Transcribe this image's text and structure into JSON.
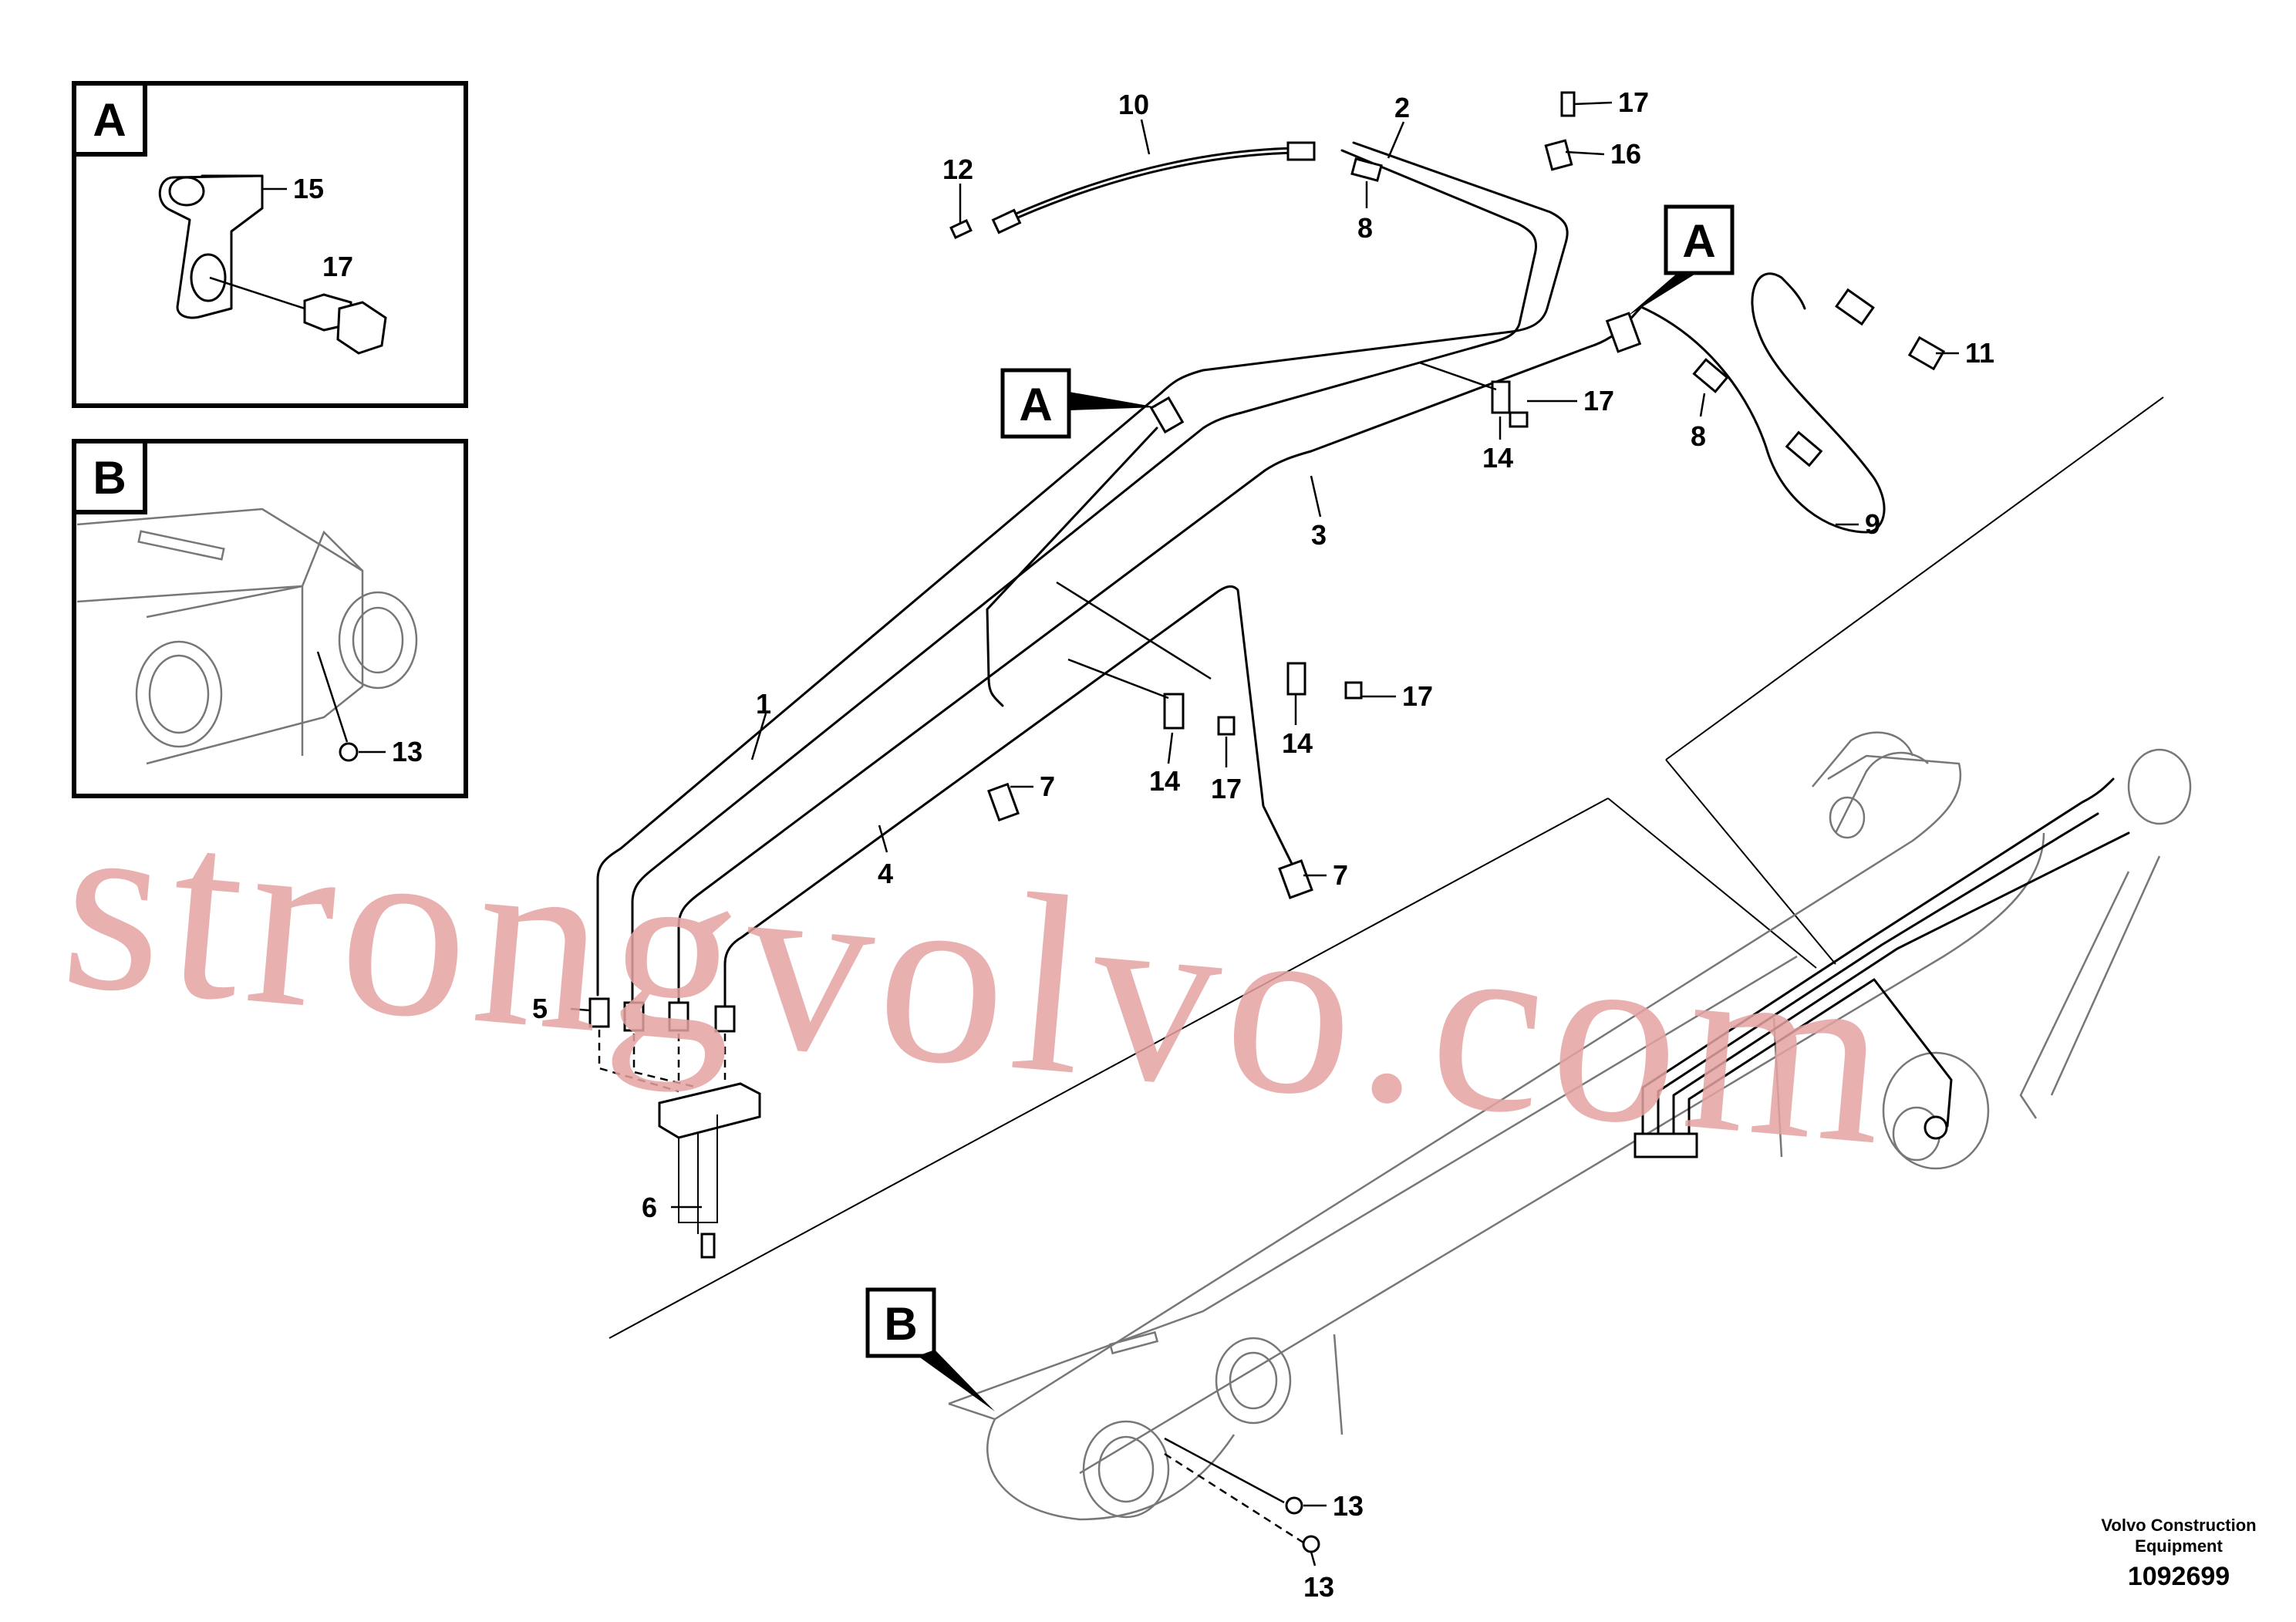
{
  "detail_boxes": [
    {
      "label": "A",
      "callouts": [
        "15",
        "17"
      ]
    },
    {
      "label": "B",
      "callouts": [
        "13"
      ]
    }
  ],
  "reference_tags": [
    "A",
    "A",
    "B"
  ],
  "callouts": [
    "1",
    "2",
    "3",
    "4",
    "5",
    "6",
    "7",
    "7",
    "8",
    "8",
    "9",
    "10",
    "11",
    "12",
    "13",
    "13",
    "14",
    "14",
    "14",
    "16",
    "17",
    "17",
    "17",
    "17"
  ],
  "watermark": "strongvolvo.com",
  "footer": {
    "company_line1": "Volvo Construction",
    "company_line2": "Equipment",
    "doc_number": "1092699"
  }
}
